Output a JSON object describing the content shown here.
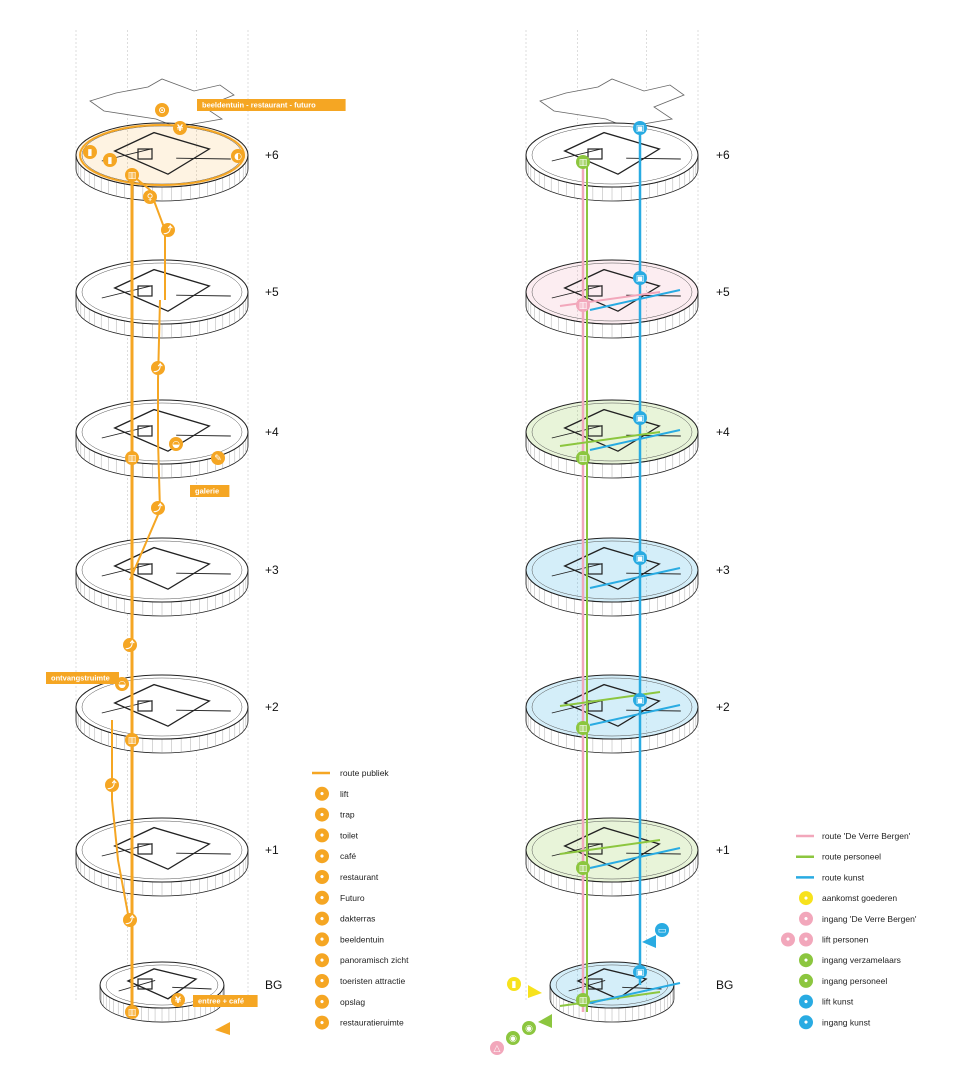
{
  "colors": {
    "orange": "#f5a623",
    "pink": "#f2a7bb",
    "green": "#8cc63f",
    "blue": "#29abe2",
    "yellow": "#f7e21c",
    "line": "#222222"
  },
  "levels": [
    "+6",
    "+5",
    "+4",
    "+3",
    "+2",
    "+1",
    "BG"
  ],
  "left_tags": {
    "top": "beeldentuin - restaurant - futuro",
    "galerie": "galerie",
    "ontvang": "ontvangstruimte",
    "entree": "entree + café"
  },
  "legend_left": [
    {
      "label": "route publiek",
      "kind": "line",
      "icon": "route-line"
    },
    {
      "label": "lift",
      "kind": "icon",
      "icon": "lift-icon"
    },
    {
      "label": "trap",
      "kind": "icon",
      "icon": "stairs-icon"
    },
    {
      "label": "toilet",
      "kind": "icon",
      "icon": "toilet-icon"
    },
    {
      "label": "café",
      "kind": "icon",
      "icon": "cafe-icon"
    },
    {
      "label": "restaurant",
      "kind": "icon",
      "icon": "restaurant-icon"
    },
    {
      "label": "Futuro",
      "kind": "icon",
      "icon": "futuro-icon"
    },
    {
      "label": "dakterras",
      "kind": "icon",
      "icon": "roof-terrace-icon"
    },
    {
      "label": "beeldentuin",
      "kind": "icon",
      "icon": "sculpture-garden-icon"
    },
    {
      "label": "panoramisch zicht",
      "kind": "icon",
      "icon": "panorama-icon"
    },
    {
      "label": "toeristen attractie",
      "kind": "icon",
      "icon": "tourist-attraction-icon"
    },
    {
      "label": "opslag",
      "kind": "icon",
      "icon": "storage-icon"
    },
    {
      "label": "restauratieruimte",
      "kind": "icon",
      "icon": "restoration-icon"
    }
  ],
  "legend_right": [
    {
      "label": "route 'De Verre Bergen'",
      "kind": "line",
      "color": "#f2a7bb",
      "icon": "route-line"
    },
    {
      "label": "route personeel",
      "kind": "line",
      "color": "#8cc63f",
      "icon": "route-line"
    },
    {
      "label": "route kunst",
      "kind": "line",
      "color": "#29abe2",
      "icon": "route-line"
    },
    {
      "label": "aankomst goederen",
      "kind": "icon",
      "color": "#f7e21c",
      "icon": "goods-arrival-icon"
    },
    {
      "label": "ingang 'De Verre Bergen'",
      "kind": "icon",
      "color": "#f2a7bb",
      "icon": "triangle-entrance-icon"
    },
    {
      "label": "lift personen",
      "kind": "icon",
      "color": "#f2a7bb",
      "icon": "lift-icon"
    },
    {
      "label": "ingang verzamelaars",
      "kind": "icon",
      "color": "#8cc63f",
      "icon": "collector-entrance-icon"
    },
    {
      "label": "ingang personeel",
      "kind": "icon",
      "color": "#8cc63f",
      "icon": "staff-entrance-icon"
    },
    {
      "label": "lift kunst",
      "kind": "icon",
      "color": "#29abe2",
      "icon": "art-lift-icon"
    },
    {
      "label": "ingang kunst",
      "kind": "icon",
      "color": "#29abe2",
      "icon": "art-entrance-icon"
    }
  ]
}
